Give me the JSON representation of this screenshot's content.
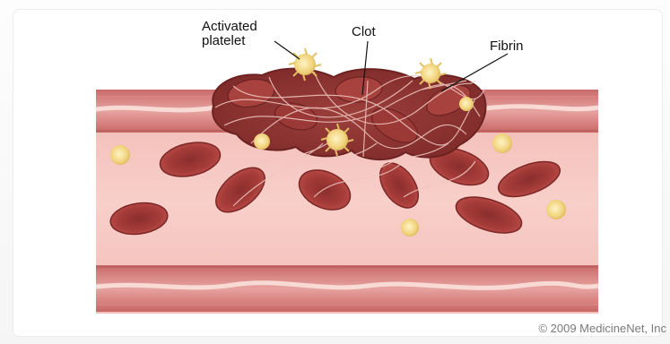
{
  "diagram": {
    "labels": {
      "activated_platelet_line1": "Activated",
      "activated_platelet_line2": "platelet",
      "clot": "Clot",
      "fibrin": "Fibrin"
    },
    "copyright": "© 2009 MedicineNet, Inc"
  }
}
